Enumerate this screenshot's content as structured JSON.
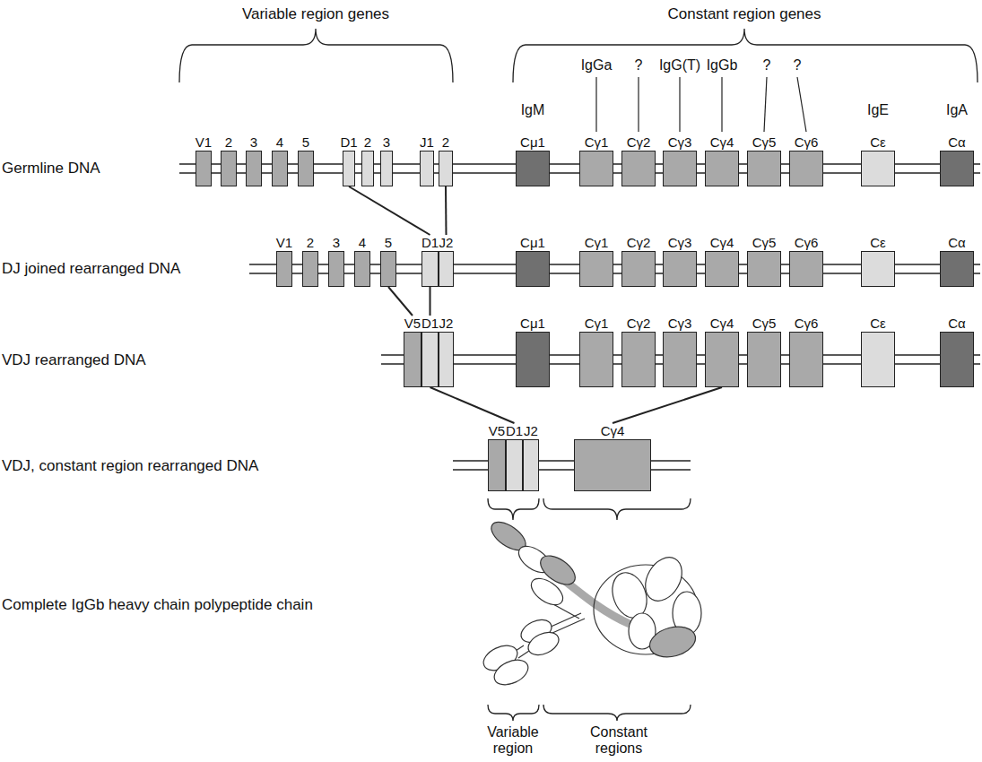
{
  "diagram": {
    "nodes": [
      {
        "text": [
          "V1"
        ]
      },
      {
        "text": [
          "2"
        ]
      },
      {
        "text": [
          "3"
        ]
      },
      {
        "text": [
          "4"
        ]
      },
      {
        "text": [
          "5"
        ]
      },
      {
        "text": [
          "D1"
        ]
      },
      {
        "text": [
          "2"
        ]
      },
      {
        "text": [
          "3"
        ]
      },
      {
        "text": [
          "J1"
        ]
      },
      {
        "text": [
          "2"
        ]
      },
      {
        "text": [
          "Cμ1"
        ]
      },
      {
        "text": [
          "Cγ1"
        ]
      },
      {
        "text": [
          "Cγ2"
        ]
      },
      {
        "text": [
          "Cγ3"
        ]
      },
      {
        "text": [
          "Cγ4"
        ]
      },
      {
        "text": [
          "Cγ5"
        ]
      },
      {
        "text": [
          "Cγ6"
        ]
      },
      {
        "text": [
          "Cε"
        ]
      },
      {
        "text": [
          "Cα"
        ]
      },
      {
        "text": [
          "V1"
        ]
      },
      {
        "text": [
          "2"
        ]
      },
      {
        "text": [
          "3"
        ]
      },
      {
        "text": [
          "4"
        ]
      },
      {
        "text": [
          "5"
        ]
      },
      {
        "text": [
          "D1"
        ]
      },
      {
        "text": [
          "J2"
        ]
      },
      {
        "text": [
          "Cμ1"
        ]
      },
      {
        "text": [
          "Cγ1"
        ]
      },
      {
        "text": [
          "Cγ2"
        ]
      },
      {
        "text": [
          "Cγ3"
        ]
      },
      {
        "text": [
          "Cγ4"
        ]
      },
      {
        "text": [
          "Cγ5"
        ]
      },
      {
        "text": [
          "Cγ6"
        ]
      },
      {
        "text": [
          "Cε"
        ]
      },
      {
        "text": [
          "Cα"
        ]
      },
      {
        "text": [
          "V5"
        ]
      },
      {
        "text": [
          "D1"
        ]
      },
      {
        "text": [
          "J2"
        ]
      },
      {
        "text": [
          "Cμ1"
        ]
      },
      {
        "text": [
          "Cγ1"
        ]
      },
      {
        "text": [
          "Cγ2"
        ]
      },
      {
        "text": [
          "Cγ3"
        ]
      },
      {
        "text": [
          "Cγ4"
        ]
      },
      {
        "text": [
          "Cγ5"
        ]
      },
      {
        "text": [
          "Cγ6"
        ]
      },
      {
        "text": [
          "Cε"
        ]
      },
      {
        "text": [
          "Cα"
        ]
      },
      {
        "text": [
          "V5"
        ]
      },
      {
        "text": [
          "D1"
        ]
      },
      {
        "text": [
          "J2"
        ]
      },
      {
        "text": [
          "Cγ4"
        ]
      }
    ],
    "edges": [
      {
        "from": 5,
        "to": 24,
        "arrow": "none"
      },
      {
        "from": 9,
        "to": 25,
        "arrow": "none"
      },
      {
        "from": 23,
        "to": 35,
        "arrow": "none"
      },
      {
        "from": 24,
        "to": 36,
        "arrow": "none"
      },
      {
        "from": 36,
        "to": 48,
        "arrow": "none"
      },
      {
        "from": 42,
        "to": 50,
        "arrow": "none"
      }
    ],
    "labels": [
      "Variable region genes",
      "Constant region genes",
      "IgGa",
      "?",
      "IgG(T)",
      "IgGb",
      "?",
      "?",
      "IgM",
      "IgE",
      "IgA",
      "Germline DNA",
      "DJ joined rearranged DNA",
      "VDJ rearranged DNA",
      "VDJ, constant region rearranged DNA",
      "Complete IgGb heavy chain polypeptide chain",
      "Variable region",
      "Constant regions"
    ]
  }
}
